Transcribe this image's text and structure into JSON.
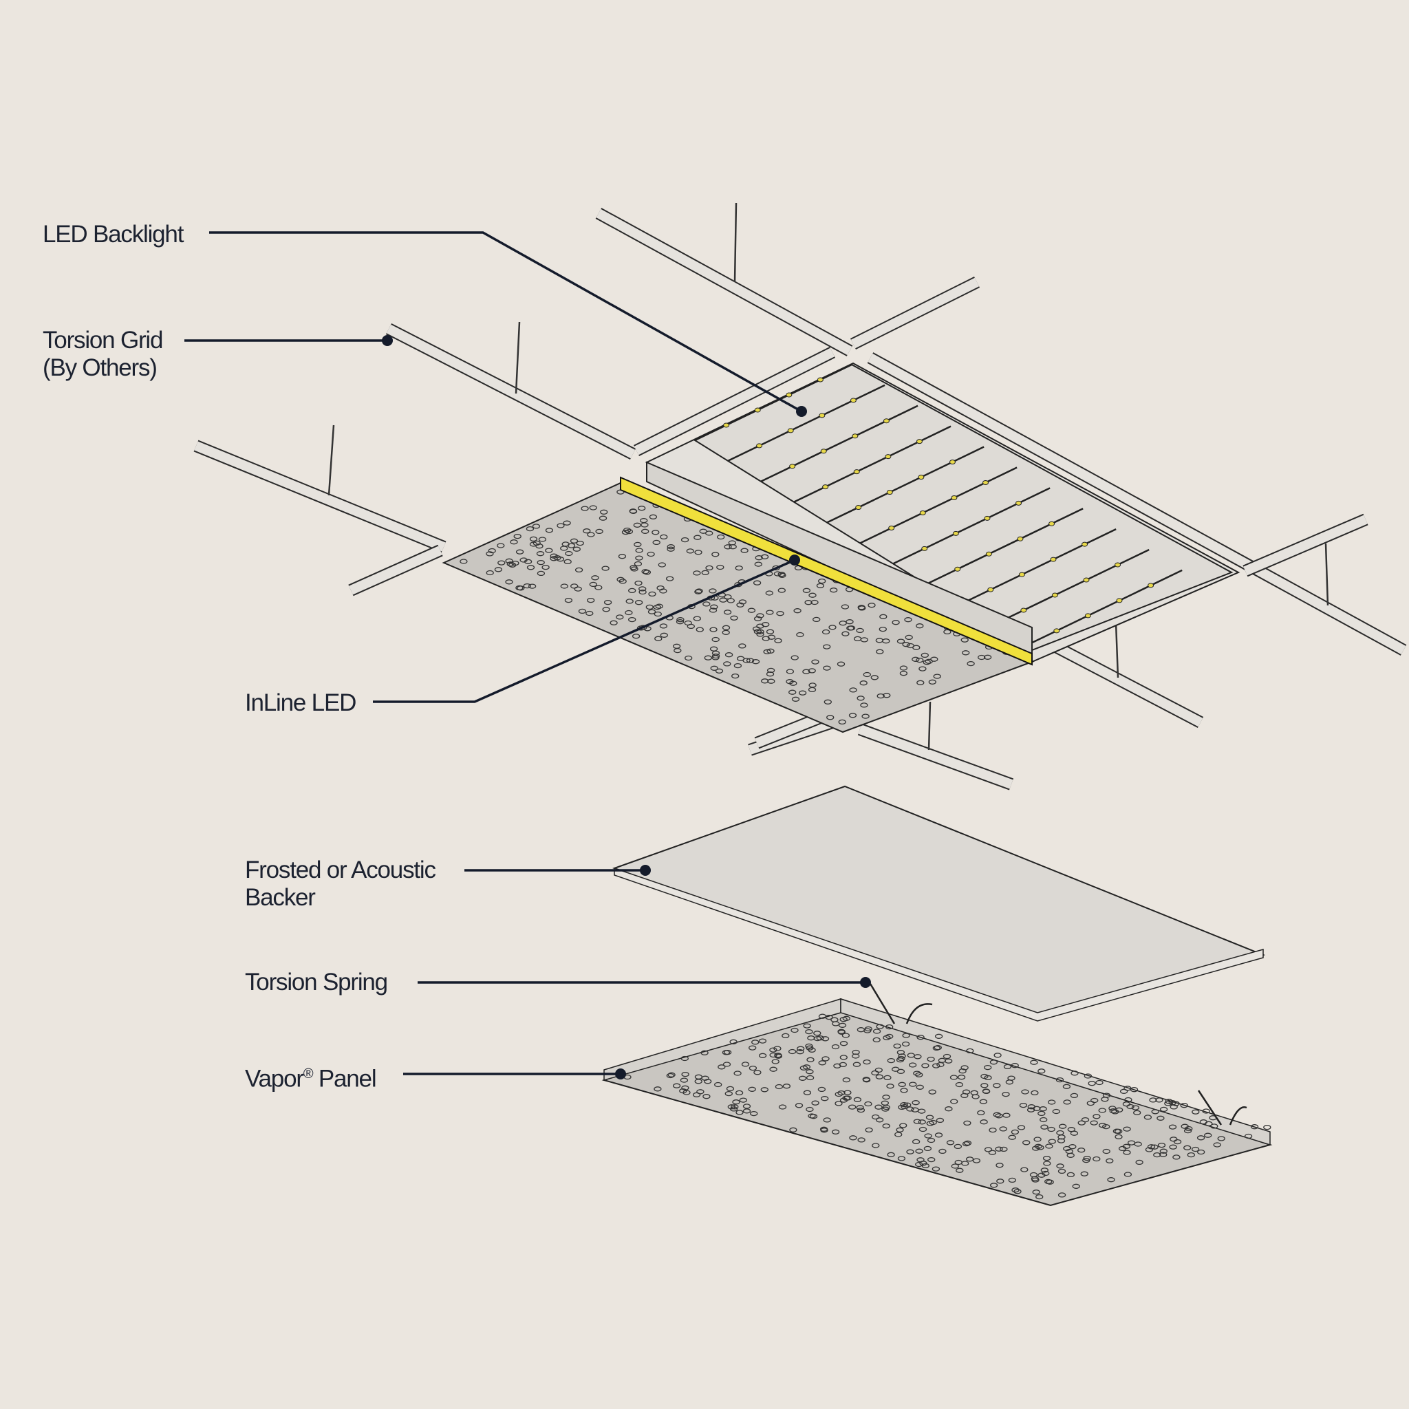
{
  "labels": {
    "led_backlight": "LED Backlight",
    "torsion_grid_line1": "Torsion Grid",
    "torsion_grid_line2": "(By Others)",
    "inline_led": "InLine LED",
    "backer_line1": "Frosted or Acoustic",
    "backer_line2": "Backer",
    "torsion_spring": "Torsion Spring",
    "vapor_panel_name": "Vapor",
    "vapor_panel_mark": "®",
    "vapor_panel_suffix": " Panel"
  },
  "colors": {
    "background": "#ebe6df",
    "leader": "#141b2b",
    "inline_led": "#f0e03c",
    "led_dot": "#e8d84a",
    "panel": "#c9c6c1",
    "surface": "#e2dfda"
  }
}
